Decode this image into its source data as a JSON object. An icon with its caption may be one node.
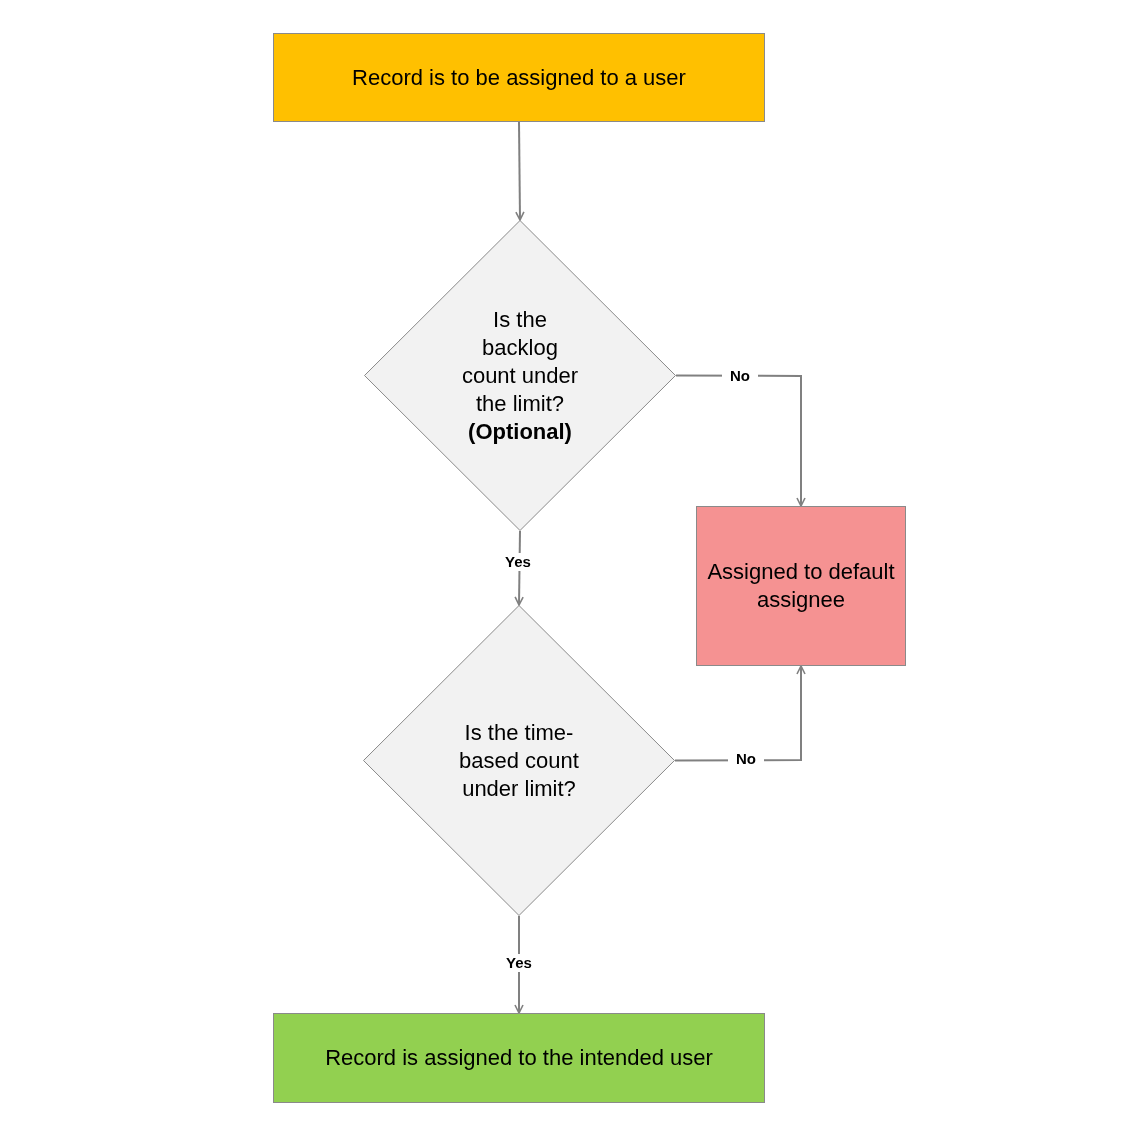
{
  "diagram": {
    "nodes": [
      {
        "text": [
          "Record is to be assigned to a user"
        ]
      },
      {
        "text": [
          "Is the backlog count under the limit? **(Optional)**"
        ]
      },
      {
        "text": [
          "Assigned to default assignee"
        ]
      },
      {
        "text": [
          "Is the time-based count under limit?"
        ]
      },
      {
        "text": [
          "Record is assigned to the intended user"
        ]
      }
    ],
    "edges": [
      {
        "from": 0,
        "to": 1,
        "arrow": "to"
      },
      {
        "from": 1,
        "to": 2,
        "arrow": "to",
        "label": "No"
      },
      {
        "from": 1,
        "to": 3,
        "arrow": "to",
        "label": "Yes"
      },
      {
        "from": 3,
        "to": 2,
        "arrow": "to",
        "label": "No"
      },
      {
        "from": 3,
        "to": 4,
        "arrow": "to",
        "label": "Yes"
      }
    ]
  }
}
